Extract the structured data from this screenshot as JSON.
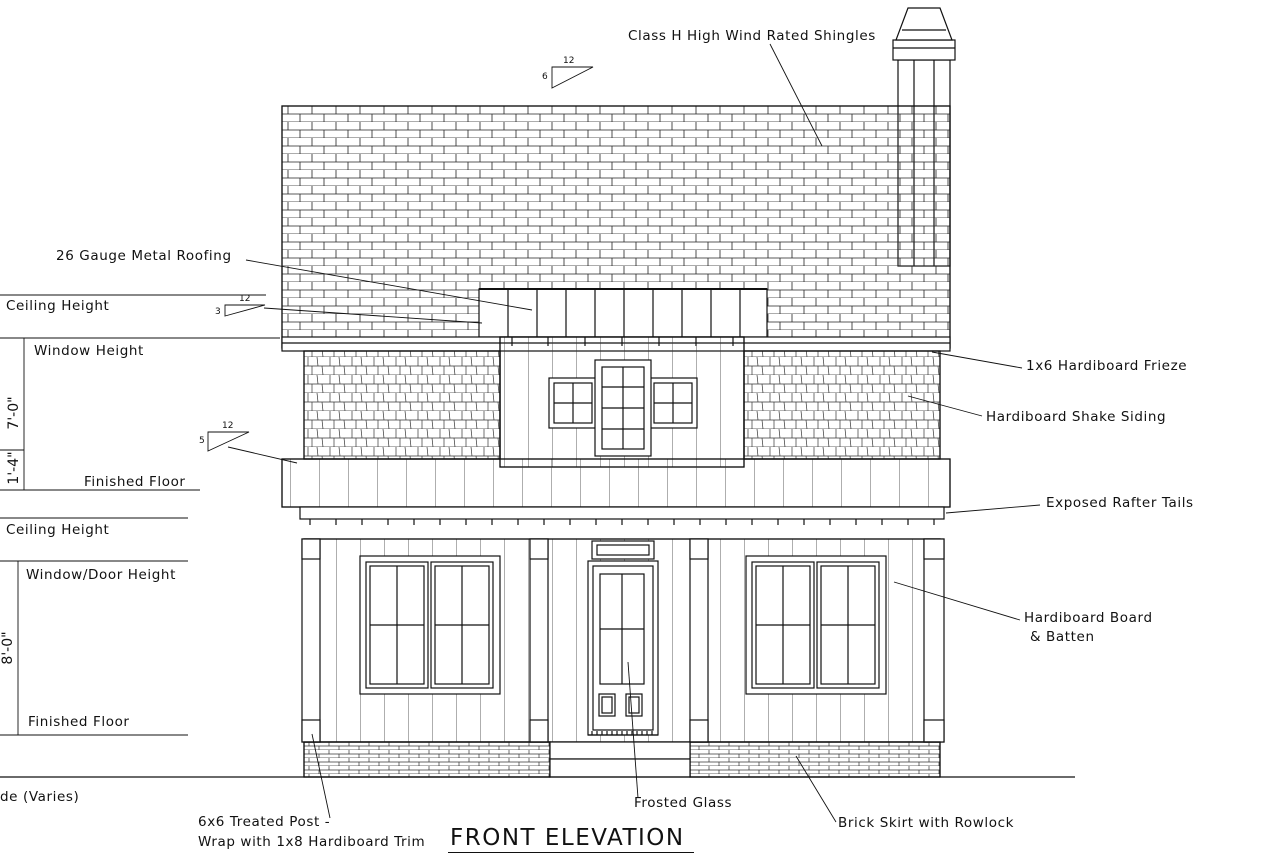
{
  "drawing": {
    "title": "FRONT ELEVATION",
    "callouts": {
      "shingles": "Class H High Wind Rated Shingles",
      "metal_roofing": "26 Gauge Metal Roofing",
      "frieze": "1x6 Hardiboard Frieze",
      "shake_siding": "Hardiboard Shake Siding",
      "rafter_tails": "Exposed Rafter Tails",
      "board_batten_1": "Hardiboard Board",
      "board_batten_2": "& Batten",
      "post_1": "6x6 Treated Post -",
      "post_2": "Wrap with 1x8 Hardiboard Trim",
      "frosted_glass": "Frosted Glass",
      "brick_skirt": "Brick Skirt with Rowlock"
    },
    "levels": {
      "ceiling_upper": "Ceiling Height",
      "window_upper": "Window Height",
      "floor_upper": "Finished Floor",
      "ceiling_lower": "Ceiling Height",
      "window_door_lower": "Window/Door Height",
      "floor_lower": "Finished Floor",
      "grade": "de (Varies)"
    },
    "dimensions": {
      "upper_total": "7'-0\"",
      "upper_small": "1'-4\"",
      "lower_total": "8'-0\""
    },
    "pitches": [
      {
        "rise": "6",
        "run": "12"
      },
      {
        "rise": "3",
        "run": "12"
      },
      {
        "rise": "5",
        "run": "12"
      }
    ]
  }
}
